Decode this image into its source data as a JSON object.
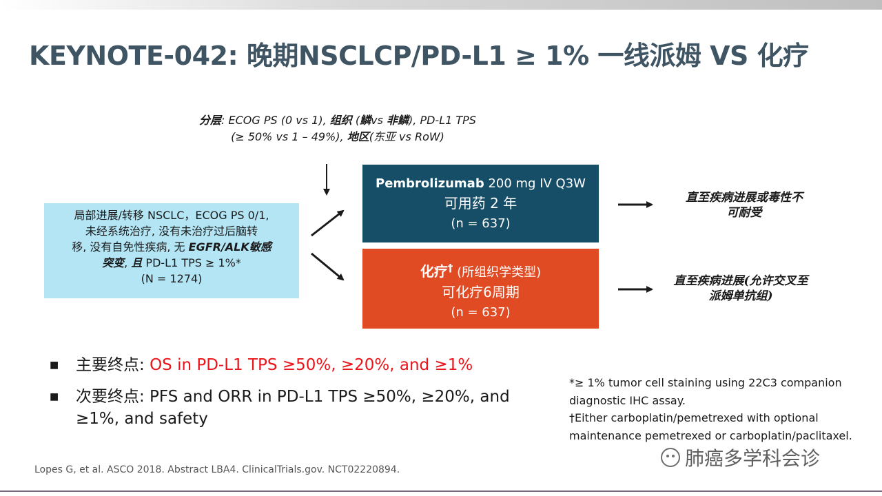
{
  "title": "KEYNOTE-042: 晚期NSCLCP/PD-L1 ≥ 1% 一线派姆 VS 化疗",
  "stratification": {
    "label": "分层",
    "line1": ": ECOG PS (0 vs 1), ",
    "zuzhi": "组织",
    "p1": " (",
    "lin": "鳞",
    "vs": "vs ",
    "feilin": "非鳞",
    "p2": "), PD-L1 TPS",
    "line2a": "(≥ 50% vs 1 – 49%), ",
    "diqu": "地区",
    "p3": "(",
    "dongya": "东亚",
    "p4": " vs RoW)"
  },
  "population": {
    "line1": "局部进展/转移 NSCLC，ECOG PS 0/1,",
    "line2": "未经系统治疗, 没有未治疗过后脑转",
    "line3a": "移, 没有自免性疾病, 无 ",
    "line3b": "EGFR/ALK",
    "line3c": "敏感",
    "line4a": "突变",
    "line4b": ", ",
    "line4c": "且",
    "line4d": " PD-L1 TPS ≥ 1%*",
    "line5": "(N = 1274)"
  },
  "arm1": {
    "drug": "Pembrolizumab",
    "dose": " 200 mg IV Q3W",
    "duration": "可用药 2 年",
    "n": "(n = 637)"
  },
  "arm2": {
    "name": "化疗",
    "dagger": "†",
    "detail": " (所组织学类型)",
    "duration": "可化疗6周期",
    "n": "(n = 637)"
  },
  "outcome1": {
    "line1": "直至疾病进展或毒性不",
    "line2": "可耐受"
  },
  "outcome2": {
    "line1": "直至疾病进展(允许交叉至",
    "line2": "派姆单抗组)"
  },
  "bullets": {
    "primary_label": "主要终点: ",
    "primary_text": "OS in PD-L1 TPS ≥50%, ≥20%, and ≥1%",
    "secondary_label": "次要终点",
    "secondary_text": ": PFS and ORR in PD-L1 TPS ≥50%, ≥20%, and ≥1%, and safety"
  },
  "footnote": {
    "line1": "*≥ 1% tumor cell staining using 22C3 companion diagnostic IHC assay.",
    "line2": "†Either carboplatin/pemetrexed  with optional maintenance pemetrexed or carboplatin/paclitaxel."
  },
  "citation": "Lopes G, et al. ASCO 2018. Abstract LBA4. ClinicalTrials.gov. NCT02220894.",
  "watermark": "肺癌多学科会诊",
  "colors": {
    "title": "#3f5564",
    "population_box": "#b3e5f5",
    "arm1_box": "#174e67",
    "arm2_box": "#e04b24",
    "primary_endpoint_text": "#e8161b"
  }
}
